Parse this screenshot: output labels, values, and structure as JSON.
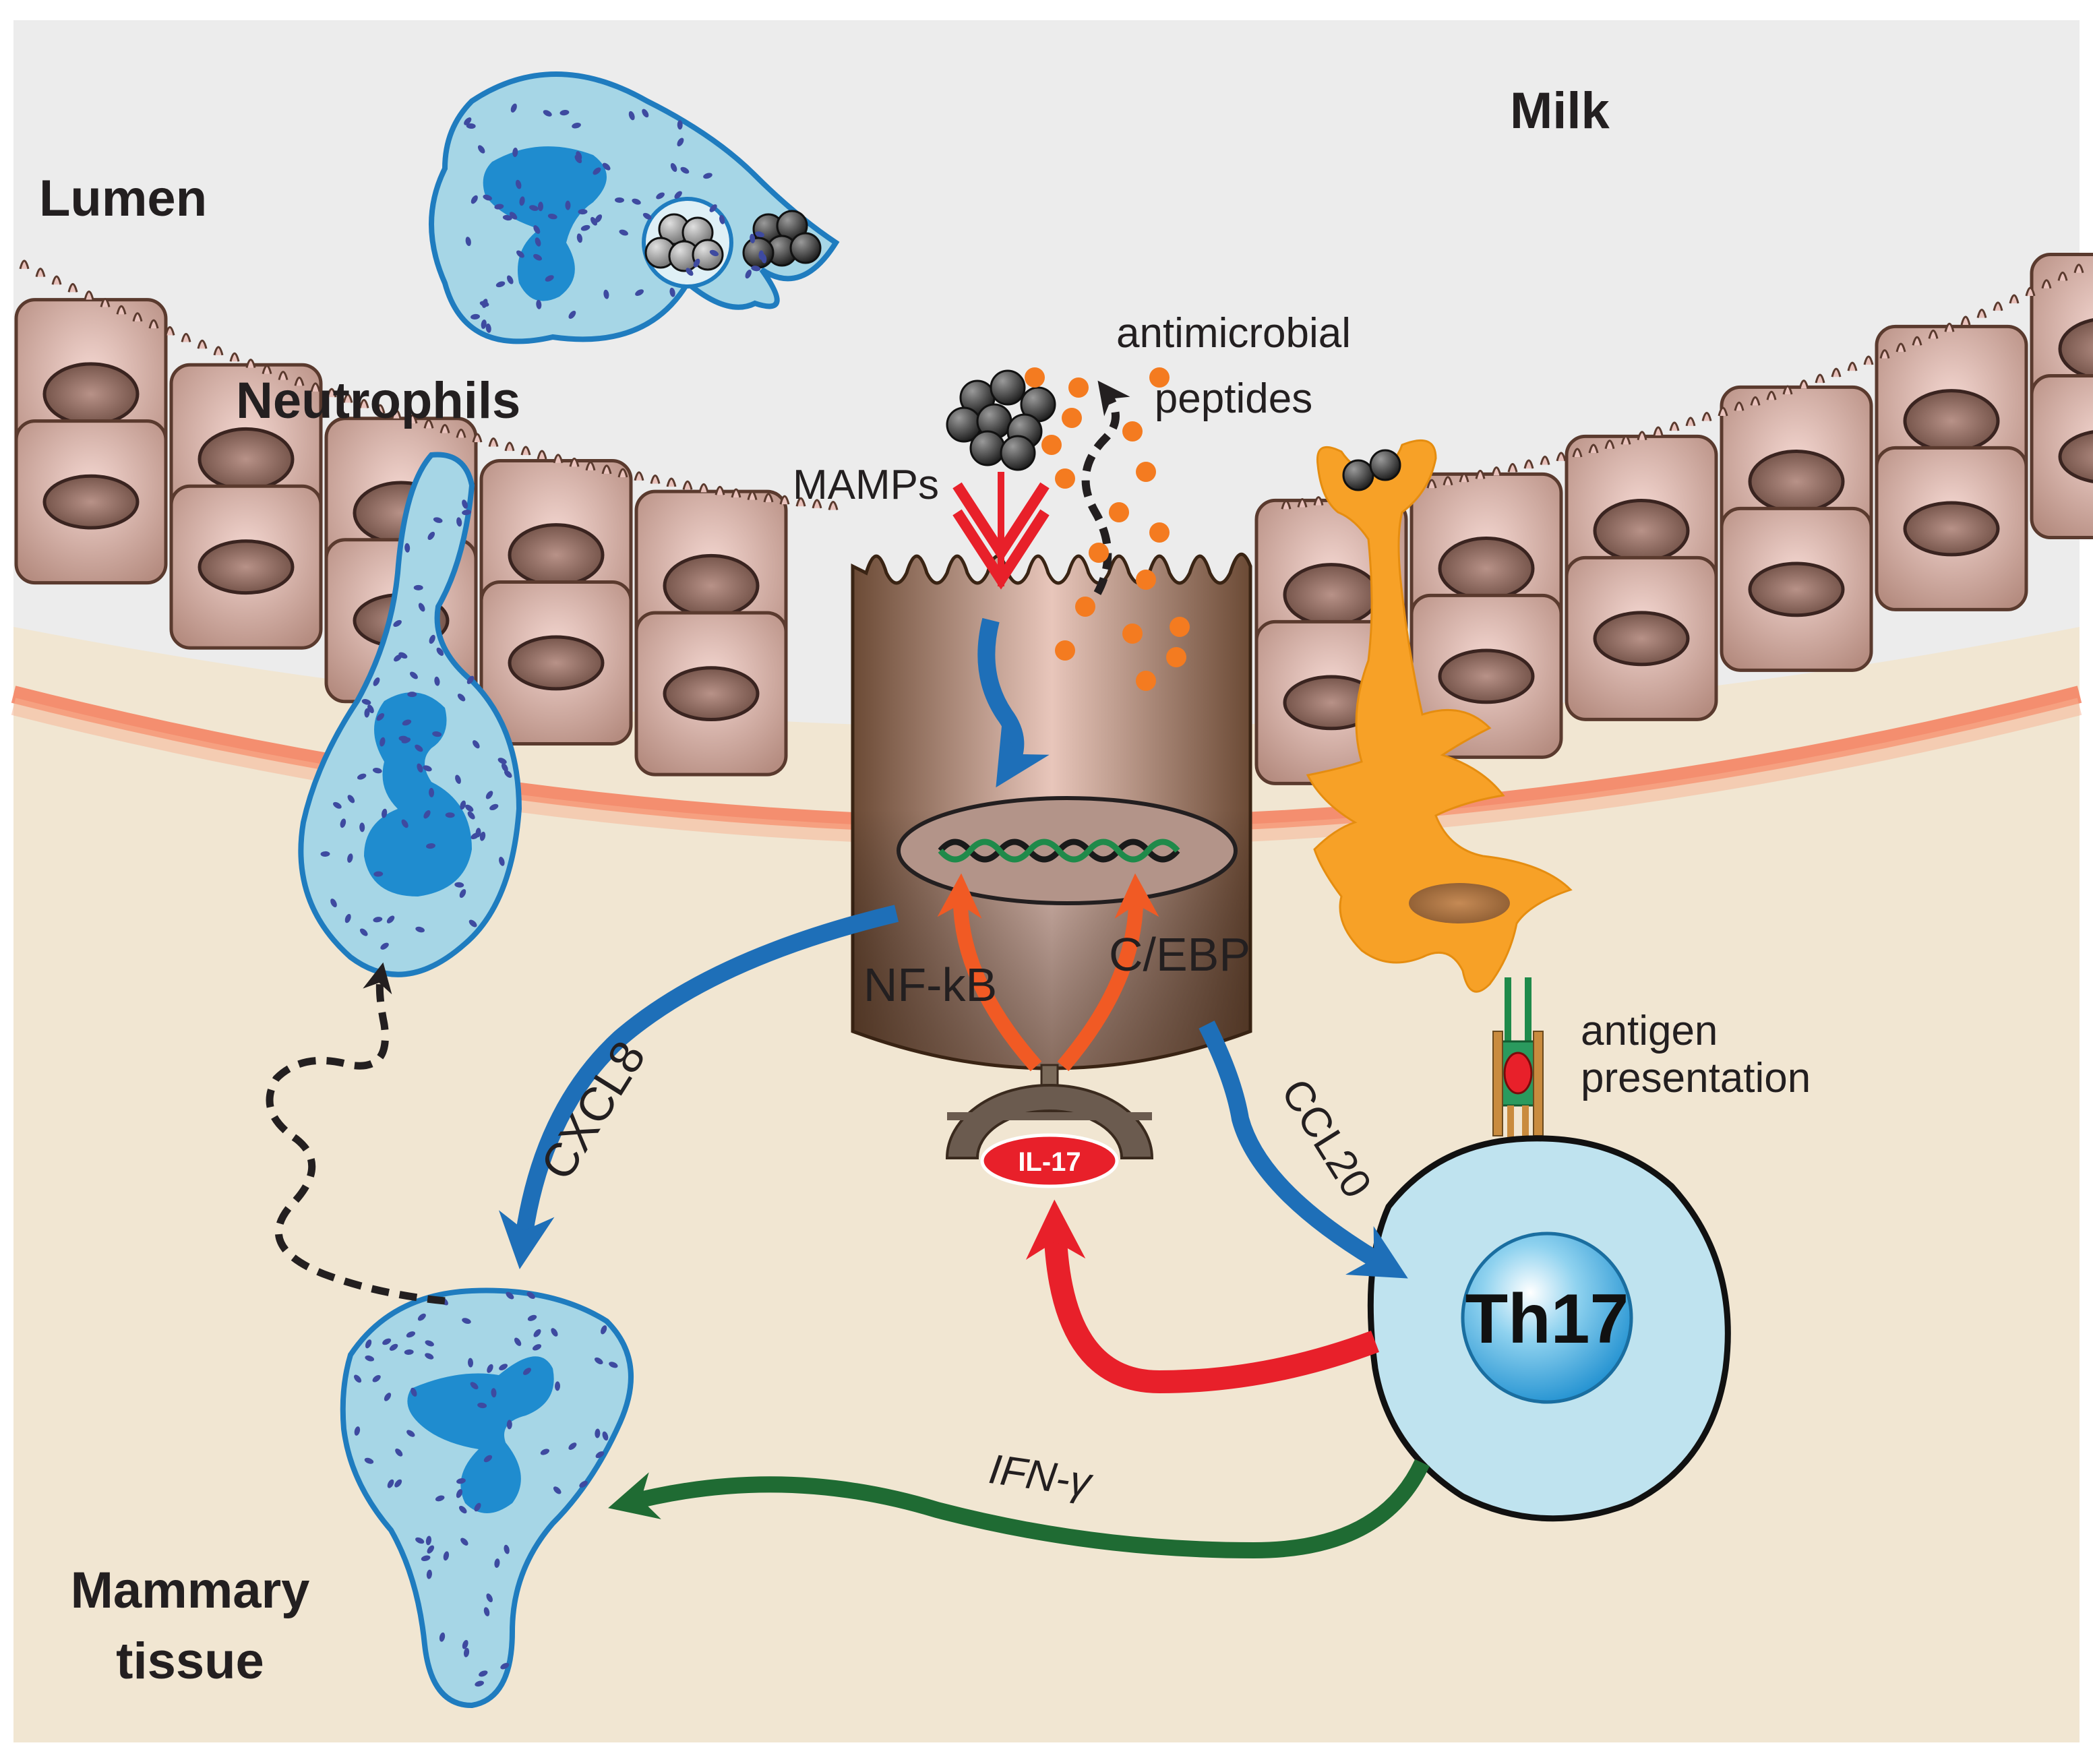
{
  "regions": {
    "lumen": "Lumen",
    "milk": "Milk",
    "mammary_tissue_line1": "Mammary",
    "mammary_tissue_line2": "tissue"
  },
  "cells": {
    "neutrophils": "Neutrophils",
    "th17": "Th17"
  },
  "signals": {
    "mamps": "MAMPs",
    "antimicrobial_line1": "antimicrobial",
    "antimicrobial_line2": "peptides",
    "nfkb": "NF-kB",
    "cebp": "C/EBP",
    "il17": "IL-17",
    "cxcl8": "CXCL8",
    "ccl20": "CCL20",
    "ifn_gamma": "IFN-γ",
    "antigen_line1": "antigen",
    "antigen_line2": "presentation"
  },
  "colors": {
    "lumen_bg": "#ececec",
    "tissue_bg": "#f1e6d2",
    "epithelial": "#e9c2bc",
    "secretory_cell": "#8a6a55",
    "neutrophil": "#a6d6e6",
    "nucleus": "#1f8ccf",
    "dendritic": "#f7a127",
    "th17": "#bfe3ef",
    "arrow_blue": "#1e6fb8",
    "arrow_red": "#e8202a",
    "arrow_orange": "#f15a24",
    "arrow_green": "#1f6b33",
    "dots": "#f47b20"
  }
}
